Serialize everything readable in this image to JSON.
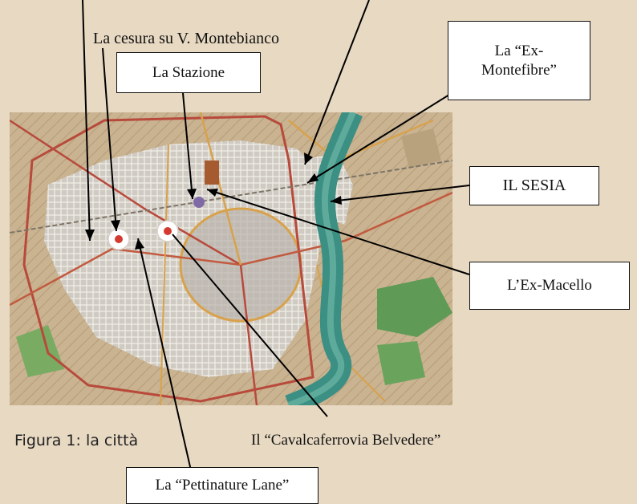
{
  "figure": {
    "caption": "Figura 1: la città"
  },
  "labels": {
    "cesura": "La cesura su V. Montebianco",
    "stazione": "La Stazione",
    "montefibre_line1": "La “Ex-",
    "montefibre_line2": "Montefibre”",
    "sesia": "IL SESIA",
    "macello": "L’Ex-Macello",
    "cavalcaferrovia": "Il “Cavalcaferrovia Belvedere”",
    "pettinature": "La “Pettinature Lane”"
  },
  "colors": {
    "background": "#e8d9c2",
    "river": "#3c8f83",
    "road_main": "#b84a3c",
    "road_secondary": "#d8a24c",
    "urban": "#c9c4bc",
    "fields": "#c7b08f",
    "marker": "#d43a2f"
  },
  "icons": [
    "location-marker-icon",
    "location-marker-icon"
  ]
}
